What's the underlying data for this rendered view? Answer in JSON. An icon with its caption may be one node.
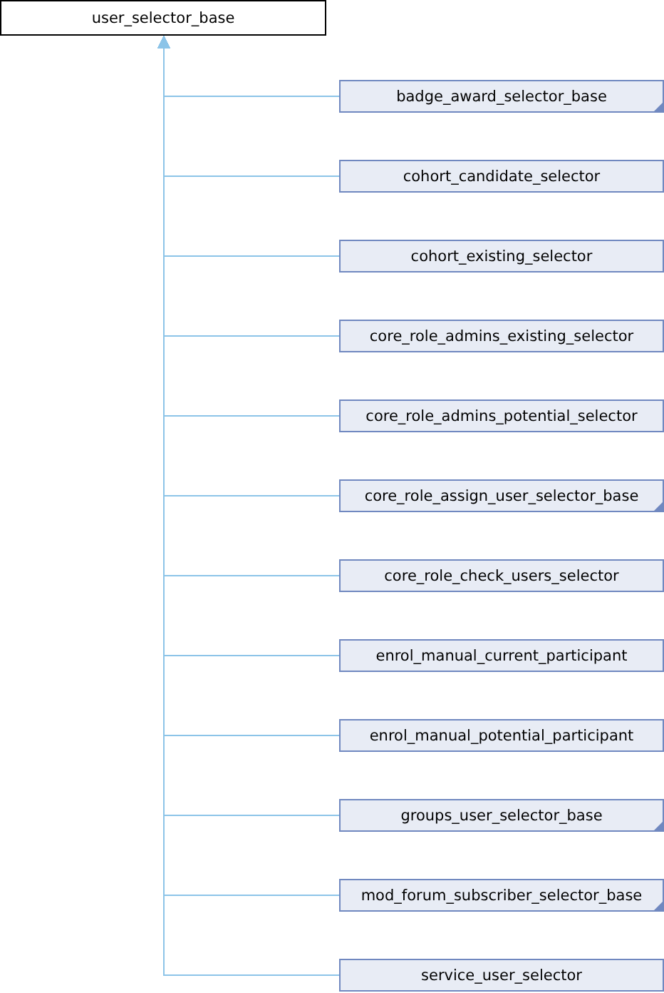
{
  "diagram": {
    "nodes": [
      {
        "text": [
          "user_selector_base"
        ]
      },
      {
        "text": [
          "badge_award_selector_base"
        ]
      },
      {
        "text": [
          "cohort_candidate_selector"
        ]
      },
      {
        "text": [
          "cohort_existing_selector"
        ]
      },
      {
        "text": [
          "core_role_admins_existing_selector"
        ]
      },
      {
        "text": [
          "core_role_admins_potential_selector"
        ]
      },
      {
        "text": [
          "core_role_assign_user_selector_base"
        ]
      },
      {
        "text": [
          "core_role_check_users_selector"
        ]
      },
      {
        "text": [
          "enrol_manual_current_participant"
        ]
      },
      {
        "text": [
          "enrol_manual_potential_participant"
        ]
      },
      {
        "text": [
          "groups_user_selector_base"
        ]
      },
      {
        "text": [
          "mod_forum_subscriber_selector_base"
        ]
      },
      {
        "text": [
          "service_user_selector"
        ]
      }
    ],
    "edges": [
      {
        "from": 1,
        "to": 0,
        "arrow": "to"
      },
      {
        "from": 2,
        "to": 0,
        "arrow": "to"
      },
      {
        "from": 3,
        "to": 0,
        "arrow": "to"
      },
      {
        "from": 4,
        "to": 0,
        "arrow": "to"
      },
      {
        "from": 5,
        "to": 0,
        "arrow": "to"
      },
      {
        "from": 6,
        "to": 0,
        "arrow": "to"
      },
      {
        "from": 7,
        "to": 0,
        "arrow": "to"
      },
      {
        "from": 8,
        "to": 0,
        "arrow": "to"
      },
      {
        "from": 9,
        "to": 0,
        "arrow": "to"
      },
      {
        "from": 10,
        "to": 0,
        "arrow": "to"
      },
      {
        "from": 11,
        "to": 0,
        "arrow": "to"
      },
      {
        "from": 12,
        "to": 0,
        "arrow": "to"
      }
    ]
  }
}
